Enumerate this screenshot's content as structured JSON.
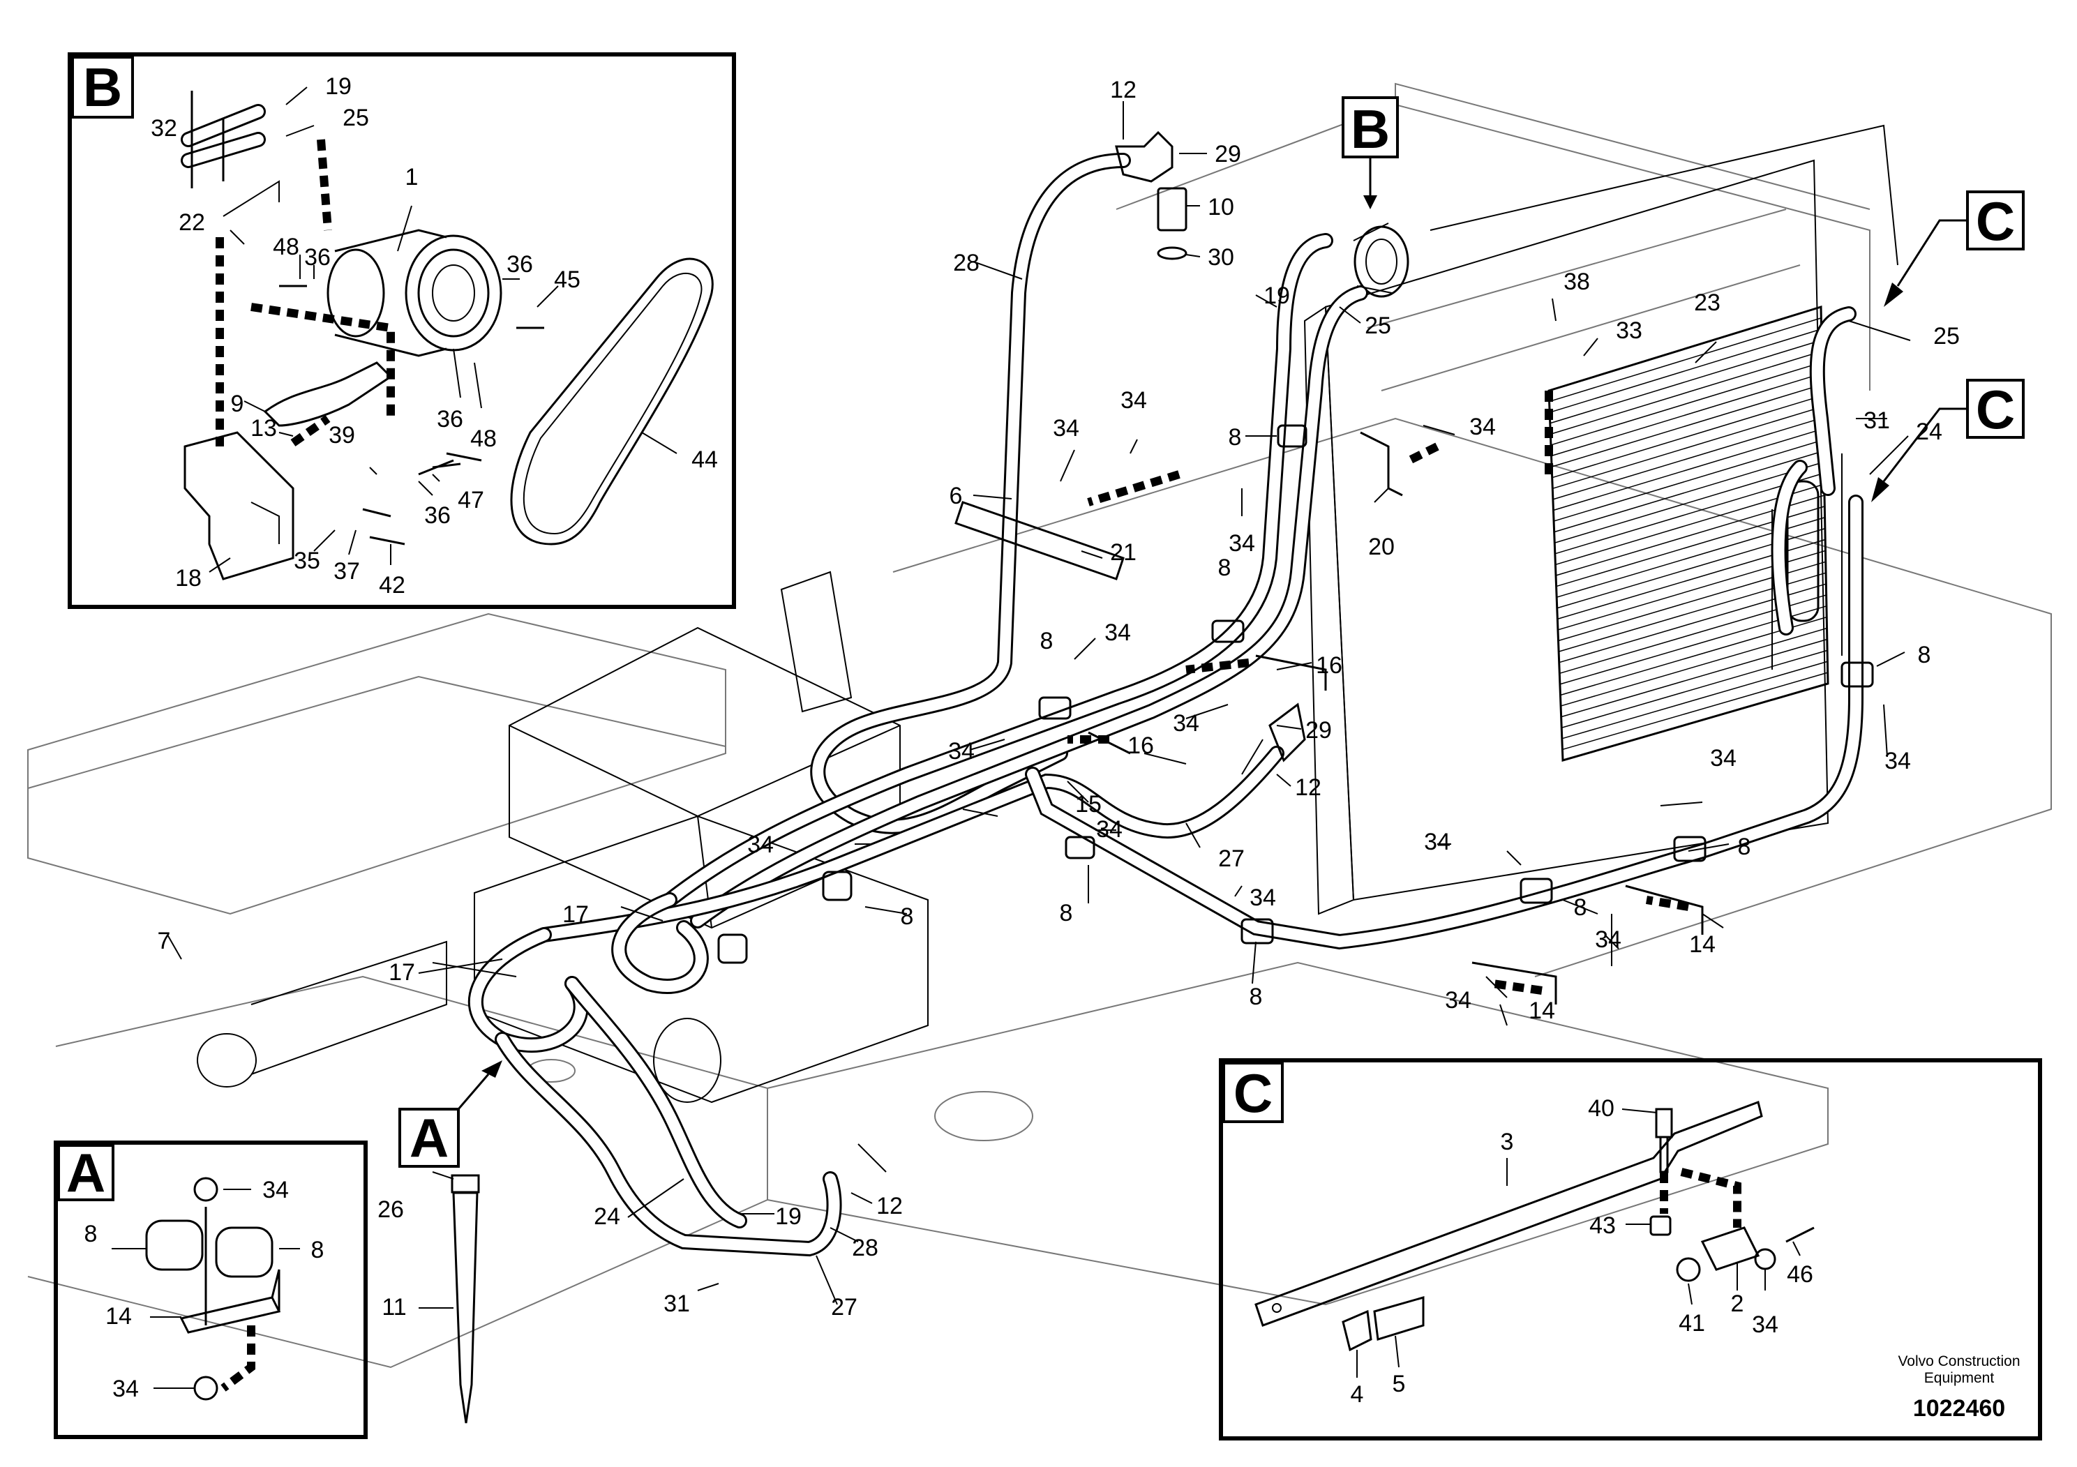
{
  "callouts": {
    "main": {
      "n12a": "12",
      "n29a": "29",
      "n10": "10",
      "n30": "30",
      "n28a": "28",
      "n19": "19",
      "n25a": "25",
      "n34a": "34",
      "n34b": "34",
      "n8a": "8",
      "n34c": "34",
      "n6": "6",
      "n21": "21",
      "n34d": "34",
      "n20": "20",
      "n38": "38",
      "n33": "33",
      "n23": "23",
      "n25b": "25",
      "n31a": "31",
      "n24a": "24",
      "n8b": "8",
      "n34e": "34",
      "n8c": "8",
      "n34f": "34",
      "n16a": "16",
      "n8d": "8",
      "n34g": "34",
      "n29b": "29",
      "n12b": "12",
      "n16b": "16",
      "n34h": "34",
      "n15": "15",
      "n34i": "34",
      "n27a": "27",
      "n34j": "34",
      "n8e": "8",
      "n34k": "34",
      "n8f": "8",
      "n34l": "34",
      "n8g": "8",
      "n34m": "34",
      "n14a": "14",
      "n34n": "34",
      "n8h": "8",
      "n8i": "8",
      "n34o": "34",
      "n14b": "14",
      "n17a": "17",
      "n17b": "17",
      "n7": "7",
      "n26": "26",
      "n24b": "24",
      "n19b": "19",
      "n12c": "12",
      "n28b": "28",
      "n11": "11",
      "n31b": "31",
      "n27b": "27"
    },
    "detail_b": {
      "n19": "19",
      "n32": "32",
      "n25": "25",
      "n1": "1",
      "n22": "22",
      "n48a": "48",
      "n36a": "36",
      "n36b": "36",
      "n45": "45",
      "n44": "44",
      "n9": "9",
      "n13": "13",
      "n36c": "36",
      "n48b": "48",
      "n39": "39",
      "n47": "47",
      "n36d": "36",
      "n35": "35",
      "n37": "37",
      "n42": "42",
      "n18": "18"
    },
    "detail_a": {
      "n34a": "34",
      "n8a": "8",
      "n8b": "8",
      "n14": "14",
      "n34b": "34"
    },
    "detail_c": {
      "n40": "40",
      "n3": "3",
      "n43": "43",
      "n46": "46",
      "n41": "41",
      "n2": "2",
      "n34": "34",
      "n4": "4",
      "n5": "5"
    }
  },
  "view_letters": {
    "b_main": "B",
    "c_upper": "C",
    "c_lower": "C",
    "a_main": "A",
    "b_box": "B",
    "a_box": "A",
    "c_box": "C"
  },
  "footer": {
    "maker_line1": "Volvo Construction",
    "maker_line2": "Equipment",
    "doc_number": "1022460"
  }
}
